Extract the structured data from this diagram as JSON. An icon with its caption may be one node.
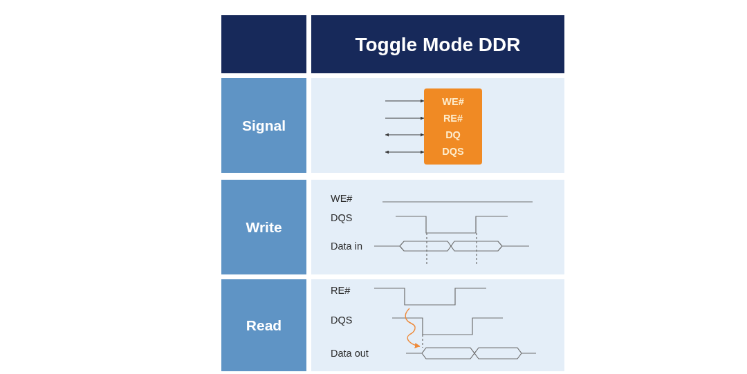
{
  "diagram": {
    "nodes": [
      {
        "text": [],
        "shape": "box"
      },
      {
        "text": [
          "Toggle Mode DDR"
        ]
      },
      {
        "text": [
          "Signal"
        ]
      },
      {
        "text": [],
        "shape": "box"
      },
      {
        "text": [
          "WE#",
          "RE#",
          "DQ",
          "DQS"
        ],
        "in": 3
      },
      {
        "text": [
          "Write"
        ]
      },
      {
        "text": [
          "WE#",
          "DQS",
          "Data in"
        ]
      },
      {
        "text": [
          "Read"
        ]
      },
      {
        "text": [
          "RE#",
          "DQS",
          "Data out"
        ]
      }
    ],
    "edges": [
      {
        "from": null,
        "to": 4,
        "arrow": "to"
      },
      {
        "from": null,
        "to": 4,
        "arrow": "to"
      },
      {
        "from": null,
        "to": 4,
        "arrow": "both"
      },
      {
        "from": null,
        "to": 4,
        "arrow": "both"
      }
    ]
  }
}
